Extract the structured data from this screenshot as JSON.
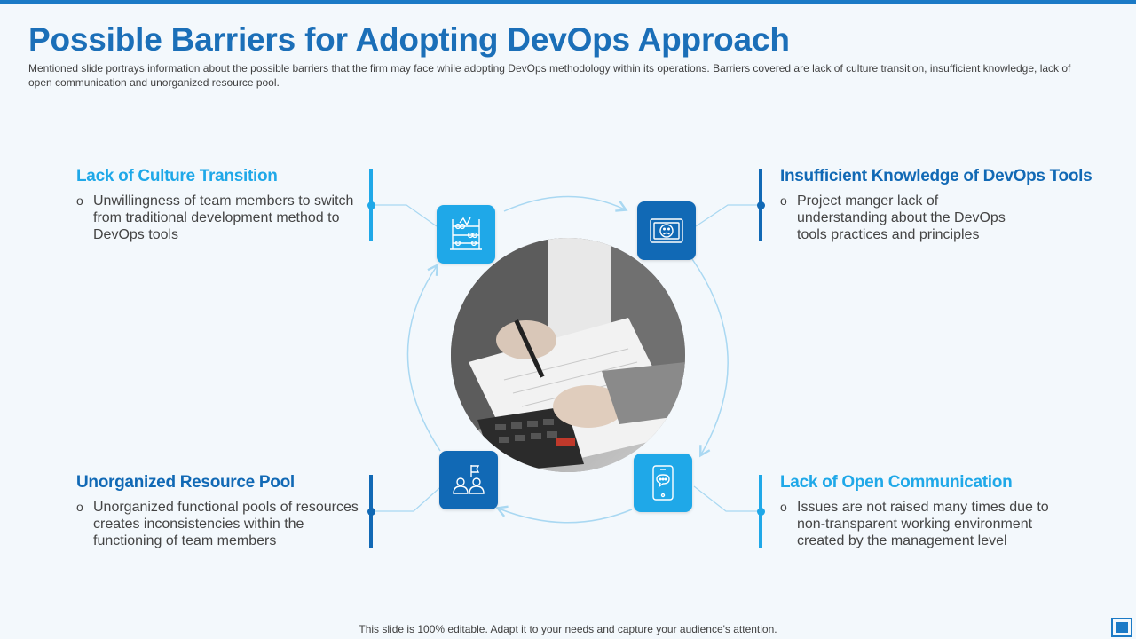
{
  "title": "Possible Barriers for Adopting DevOps Approach",
  "subtitle": "Mentioned slide portrays information about the possible barriers that the firm may face while adopting DevOps methodology within its operations. Barriers covered  are lack of culture transition, insufficient knowledge,  lack of open communication and unorganized  resource pool.",
  "barriers": [
    {
      "heading": "Lack of Culture Transition",
      "marker": "o",
      "text": "Unwillingness  of team members to switch from traditional development method to DevOps tools",
      "icon": "abacus-icon",
      "color": "#1fa8e8"
    },
    {
      "heading": "Insufficient Knowledge of DevOps Tools",
      "marker": "o",
      "text": "Project manger lack of understanding about the DevOps tools practices and principles",
      "icon": "sad-banknote-icon",
      "color": "#1169b5"
    },
    {
      "heading": "Unorganized Resource Pool",
      "marker": "o",
      "text": "Unorganized functional pools of resources creates inconsistencies within the functioning  of team members",
      "icon": "team-flag-icon",
      "color": "#1169b5"
    },
    {
      "heading": "Lack of Open Communication",
      "marker": "o",
      "text": "Issues  are not raised many times due to non-transparent  working environment created by the management level",
      "icon": "phone-chat-icon",
      "color": "#1fa8e8"
    }
  ],
  "footer": "This slide is 100% editable. Adapt it to your needs and capture your audience's attention.",
  "colors": {
    "accent": "#1b7ac6",
    "light_blue": "#1fa8e8",
    "dark_blue": "#1169b5",
    "ring": "#a9d8f2"
  }
}
